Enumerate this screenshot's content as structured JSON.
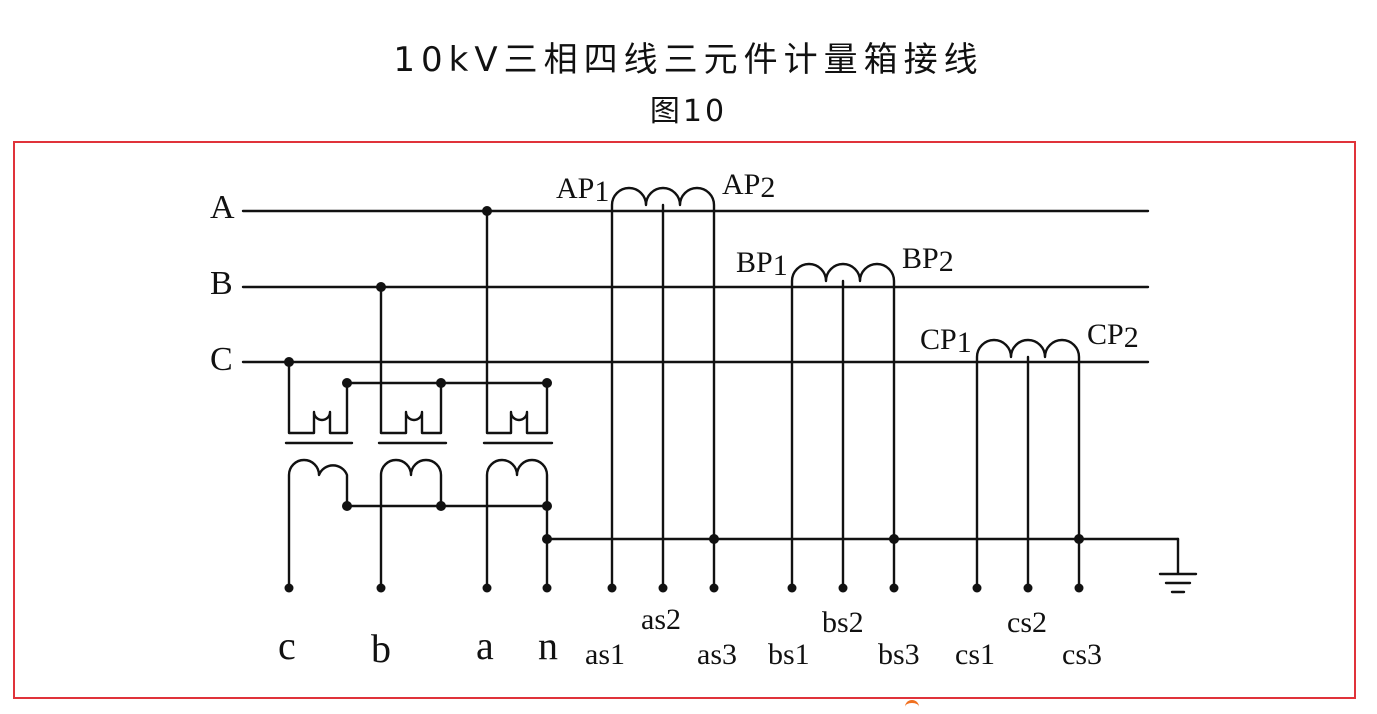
{
  "title": "10kV三相四线三元件计量箱接线",
  "figure_label": "图10",
  "colors": {
    "frame": "#e0333a",
    "line": "#111111",
    "accent": "#f07020"
  },
  "buses": [
    {
      "name": "A"
    },
    {
      "name": "B"
    },
    {
      "name": "C"
    }
  ],
  "ct_labels": [
    {
      "p1": "AP",
      "p1_sub": "1",
      "p2": "AP",
      "p2_sub": "2"
    },
    {
      "p1": "BP",
      "p1_sub": "1",
      "p2": "BP",
      "p2_sub": "2"
    },
    {
      "p1": "CP",
      "p1_sub": "1",
      "p2": "CP",
      "p2_sub": "2"
    }
  ],
  "terminals": {
    "c": "c",
    "b": "b",
    "a": "a",
    "n": "n",
    "as1": "as1",
    "as2": "as2",
    "as3": "as3",
    "bs1": "bs1",
    "bs2": "bs2",
    "bs3": "bs3",
    "cs1": "cs1",
    "cs2": "cs2",
    "cs3": "cs3"
  },
  "icons": [
    "ground-icon"
  ]
}
